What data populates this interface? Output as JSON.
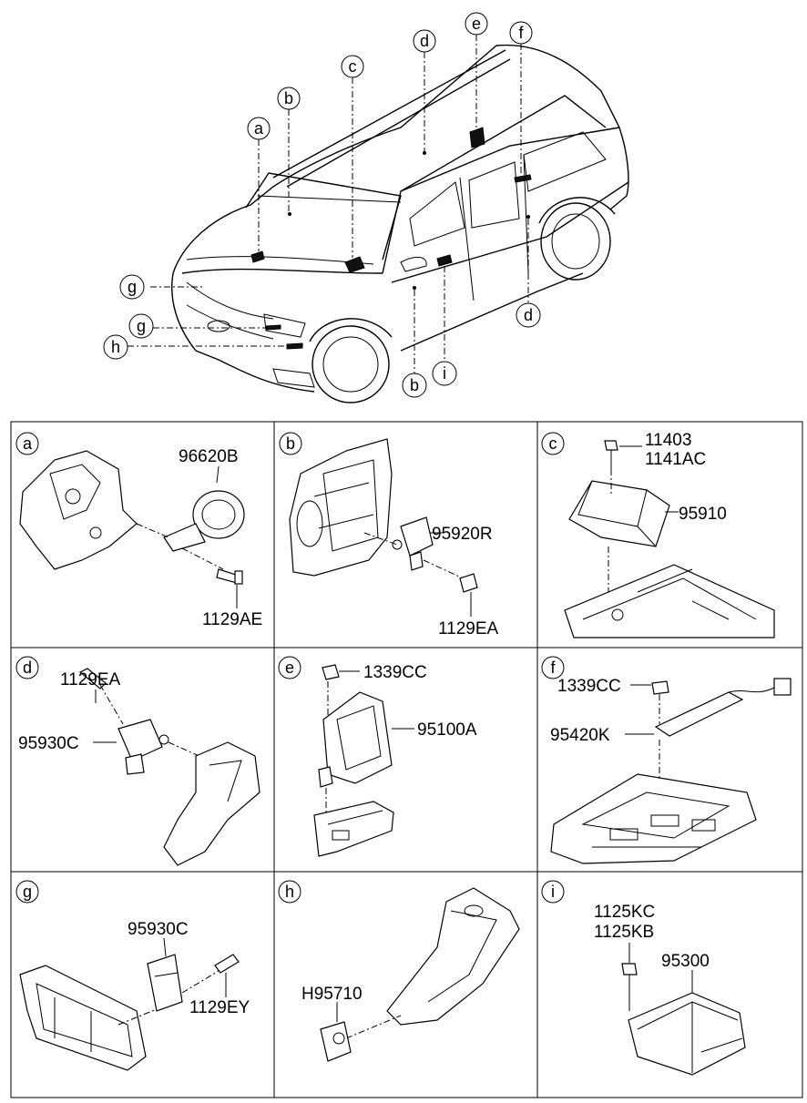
{
  "overview": {
    "callouts": {
      "a": "a",
      "b_top": "b",
      "c": "c",
      "d_top": "d",
      "e": "e",
      "f": "f",
      "g_top": "g",
      "g_mid": "g",
      "h": "h",
      "b_bottom": "b",
      "i": "i",
      "d_right": "d"
    }
  },
  "panels": {
    "a": {
      "letter": "a",
      "parts": [
        "96620B",
        "1129AE"
      ]
    },
    "b": {
      "letter": "b",
      "parts": [
        "95920R",
        "1129EA"
      ]
    },
    "c": {
      "letter": "c",
      "parts": [
        "11403",
        "1141AC",
        "95910"
      ]
    },
    "d": {
      "letter": "d",
      "parts": [
        "1129EA",
        "95930C"
      ]
    },
    "e": {
      "letter": "e",
      "parts": [
        "1339CC",
        "95100A"
      ]
    },
    "f": {
      "letter": "f",
      "parts": [
        "1339CC",
        "95420K"
      ]
    },
    "g": {
      "letter": "g",
      "parts": [
        "95930C",
        "1129EY"
      ]
    },
    "h": {
      "letter": "h",
      "parts": [
        "H95710"
      ]
    },
    "i": {
      "letter": "i",
      "parts": [
        "1125KC",
        "1125KB",
        "95300"
      ]
    }
  }
}
